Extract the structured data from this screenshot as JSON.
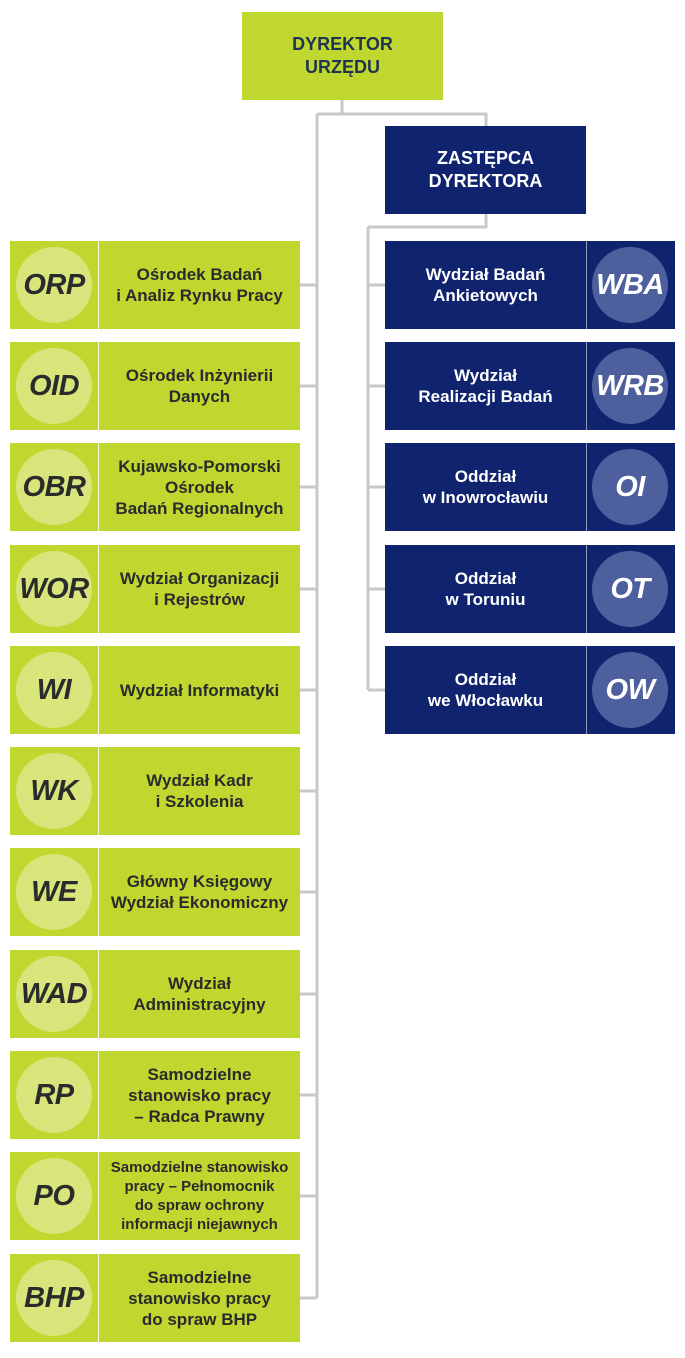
{
  "director": {
    "label": "DYREKTOR\nURZĘDU"
  },
  "deputy": {
    "label": "ZASTĘPCA\nDYREKTORA"
  },
  "colors": {
    "green": "#c0d72f",
    "green_circle": "#d7e57a",
    "navy": "#10236e",
    "navy_circle": "#4e5f9e",
    "connector": "#c8c8c8"
  },
  "left_units": [
    {
      "abbr": "ORP",
      "name": "Ośrodek Badań\ni Analiz Rynku Pracy"
    },
    {
      "abbr": "OID",
      "name": "Ośrodek Inżynierii\nDanych"
    },
    {
      "abbr": "OBR",
      "name": "Kujawsko-Pomorski\nOśrodek\nBadań Regionalnych"
    },
    {
      "abbr": "WOR",
      "name": "Wydział Organizacji\ni Rejestrów"
    },
    {
      "abbr": "WI",
      "name": "Wydział Informatyki"
    },
    {
      "abbr": "WK",
      "name": "Wydział Kadr\ni Szkolenia"
    },
    {
      "abbr": "WE",
      "name": "Główny Księgowy\nWydział Ekonomiczny"
    },
    {
      "abbr": "WAD",
      "name": "Wydział\nAdministracyjny"
    },
    {
      "abbr": "RP",
      "name": "Samodzielne\nstanowisko pracy\n– Radca Prawny"
    },
    {
      "abbr": "PO",
      "name": "Samodzielne stanowisko\npracy – Pełnomocnik\ndo spraw ochrony\ninformacji niejawnych"
    },
    {
      "abbr": "BHP",
      "name": "Samodzielne\nstanowisko pracy\ndo spraw BHP"
    }
  ],
  "right_units": [
    {
      "abbr": "WBA",
      "name": "Wydział Badań\nAnkietowych"
    },
    {
      "abbr": "WRB",
      "name": "Wydział\nRealizacji Badań"
    },
    {
      "abbr": "OI",
      "name": "Oddział\nw Inowrocławiu"
    },
    {
      "abbr": "OT",
      "name": "Oddział\nw Toruniu"
    },
    {
      "abbr": "OW",
      "name": "Oddział\nwe Włocławku"
    }
  ]
}
